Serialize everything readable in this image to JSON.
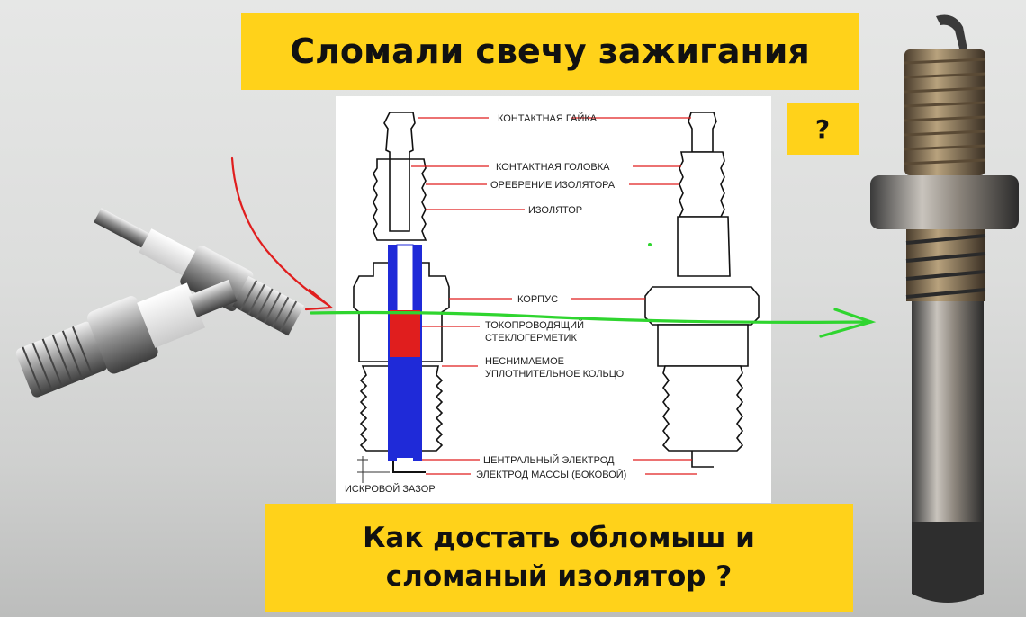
{
  "title": "Сломали свечу зажигания",
  "question_mark": "?",
  "bottom_text": {
    "line1": "Как достать обломыш и",
    "line2": "сломаный изолятор ?"
  },
  "diagram": {
    "labels": {
      "contact_nut": "КОНТАКТНАЯ ГАЙКА",
      "contact_head": "КОНТАКТНАЯ ГОЛОВКА",
      "insulator_ribs": "ОРЕБРЕНИЕ ИЗОЛЯТОРА",
      "insulator": "ИЗОЛЯТОР",
      "body": "КОРПУС",
      "sealant_l1": "ТОКОПРОВОДЯЩИЙ",
      "sealant_l2": "СТЕКЛОГЕРМЕТИК",
      "ring_l1": "НЕСНИМАЕМОЕ",
      "ring_l2": "УПЛОТНИТЕЛЬНОЕ КОЛЬЦО",
      "center_electrode": "ЦЕНТРАЛЬНЫЙ ЭЛЕКТРОД",
      "ground_electrode": "ЭЛЕКТРОД МАССЫ (БОКОВОЙ)",
      "spark_gap": "ИСКРОВОЙ ЗАЗОР"
    }
  },
  "colors": {
    "banner": "#ffd21a",
    "red_arrow": "#e01e1e",
    "green_line": "#2fd52f",
    "label_line": "#e01e1e"
  }
}
